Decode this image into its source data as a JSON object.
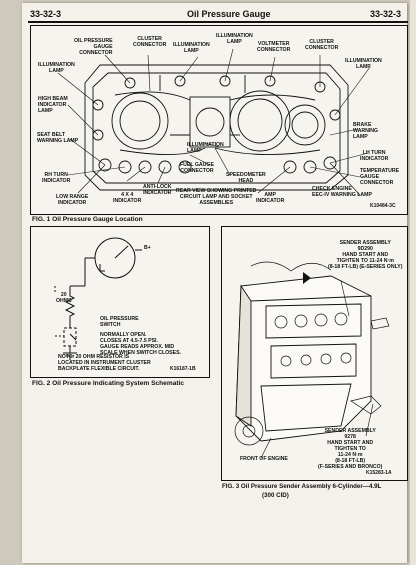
{
  "header": {
    "left": "33-32-3",
    "center": "Oil Pressure Gauge",
    "right": "33-32-3"
  },
  "fig1": {
    "labels": {
      "oil_pressure_gauge_connector": "OIL PRESSURE\nGAUGE\nCONNECTOR",
      "cluster_connector_1": "CLUSTER\nCONNECTOR",
      "illumination_lamp_1": "ILLUMINATION\nLAMP",
      "illumination_lamp_2": "ILLUMINATION\nLAMP",
      "voltmeter_connector": "VOLTMETER\nCONNECTOR",
      "cluster_connector_2": "CLUSTER\nCONNECTOR",
      "illumination_lamp_left": "ILLUMINATION\nLAMP",
      "illumination_lamp_right": "ILLUMINATION\nLAMP",
      "high_beam": "HIGH BEAM\nINDICATOR\nLAMP",
      "seat_belt": "SEAT BELT\nWARNING LAMP",
      "brake_warning": "BRAKE\nWARNING\nLAMP",
      "illumination_lamp_mid": "ILLUMINATION\nLAMP",
      "lh_turn": "LH TURN\nINDICATOR",
      "fuel_gauge": "FUEL GAUGE\nCONNECTOR",
      "speedometer_head": "SPEEDOMETER\nHEAD",
      "temperature_gauge": "TEMPERATURE\nGAUGE\nCONNECTOR",
      "rh_turn": "RH TURN\nINDICATOR",
      "four_x_four": "4 x 4\nINDICATOR",
      "anti_lock": "ANTI-LOCK\nINDICATOR",
      "rear_view": "REAR VIEW SHOWING PRINTED\nCIRCUIT LAMP AND SOCKET\nASSEMBLIES",
      "check_engine": "CHECK ENGINE\nEEC-IV WARNING LAMP",
      "low_range": "LOW RANGE\nINDICATOR",
      "amp_indicator": "AMP\nINDICATOR"
    },
    "code": "K10484-3C",
    "caption": "FIG. 1  Oil Pressure Gauge Location"
  },
  "fig2": {
    "ohms_label": "20\nOHMS",
    "switch_label": "OIL PRESSURE\nSWITCH",
    "description": "NORMALLY OPEN.\nCLOSES AT 4.5-7.5 PSI.\nGAUGE READS APPROX. MID\nSCALE WHEN SWITCH CLOSES.",
    "note": "NOTE:  20 OHM RESISTOR IS\nLOCATED IN INSTRUMENT CLUSTER\nBACKPLATE FLEXIBLE CIRCUIT.",
    "bplus": "B+",
    "code": "K16187-1B",
    "caption": "FIG. 2  Oil Pressure Indicating System Schematic"
  },
  "fig3": {
    "sender_top": "SENDER ASSEMBLY\n9D290\nHAND START AND\nTIGHTEN TO 11-24 N·m\n(8-18 FT-LB) (E-SERIES ONLY)",
    "sender_bottom": "SENDER ASSEMBLY\n9278\nHAND START AND\nTIGHTEN TO\n11-24 N·m\n(8-18 FT-LB)\n(F-SERIES AND BRONCO)",
    "front_of_engine": "FRONT OF ENGINE",
    "code": "K15283-1A",
    "caption_line1": "FIG. 3  Oil Pressure Sender Assembly 6-Cylinder—4.9L",
    "caption_line2": "(300 CID)"
  }
}
